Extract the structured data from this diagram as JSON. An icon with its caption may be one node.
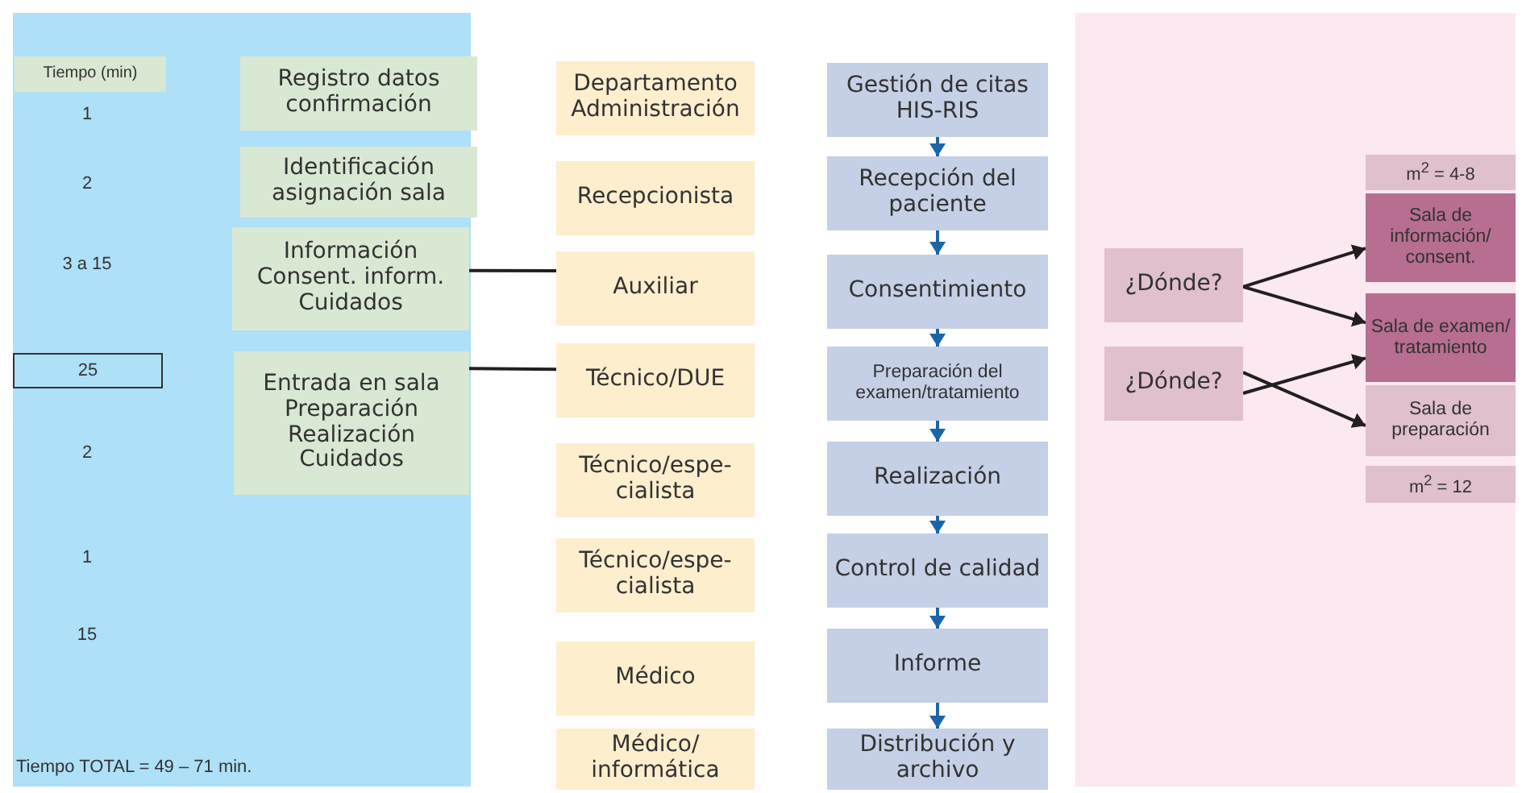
{
  "diagram": {
    "nodes": [
      {
        "text": [
          "Tiempo (min)"
        ]
      },
      {
        "text": [
          "25"
        ]
      },
      {
        "text": [
          "Registro datos confirmación"
        ]
      },
      {
        "text": [
          "Identificación asignación sala"
        ]
      },
      {
        "text": [
          "Información Consent. inform. Cuidados"
        ]
      },
      {
        "text": [
          "Entrada en sala Preparación Realización Cuidados"
        ]
      },
      {
        "text": [
          "Departamento Administración"
        ]
      },
      {
        "text": [
          "Recepcionista"
        ]
      },
      {
        "text": [
          "Auxiliar"
        ]
      },
      {
        "text": [
          "Técnico/DUE"
        ]
      },
      {
        "text": [
          "Técnico/espe- cialista"
        ]
      },
      {
        "text": [
          "Técnico/espe- cialista"
        ]
      },
      {
        "text": [
          "Médico"
        ]
      },
      {
        "text": [
          "Médico/ informática"
        ]
      },
      {
        "text": [
          "Gestión de citas HIS-RIS"
        ]
      },
      {
        "text": [
          "Recepción del paciente"
        ]
      },
      {
        "text": [
          "Consentimiento"
        ]
      },
      {
        "text": [
          "Preparación del examen/tratamiento"
        ]
      },
      {
        "text": [
          "Realización"
        ]
      },
      {
        "text": [
          "Control de calidad"
        ]
      },
      {
        "text": [
          "Informe"
        ]
      },
      {
        "text": [
          "Distribución y archivo"
        ]
      },
      {
        "text": [
          "¿Dónde?"
        ]
      },
      {
        "text": [
          "¿Dónde?"
        ]
      },
      {
        "text": [
          "m$^{2}$ = 4-8"
        ]
      },
      {
        "text": [
          "Sala de información/ consent."
        ]
      },
      {
        "text": [
          "Sala de examen/ tratamiento"
        ]
      },
      {
        "text": [
          "Sala de preparación"
        ]
      },
      {
        "text": [
          "m$^{2}$ = 12"
        ]
      }
    ],
    "edges": [
      {
        "from": 4,
        "to": 8,
        "arrow": "none",
        "color": "#231f20"
      },
      {
        "from": 5,
        "to": 9,
        "arrow": "none",
        "color": "#231f20"
      },
      {
        "from": 14,
        "to": 15,
        "arrow": "to"
      },
      {
        "from": 15,
        "to": 16,
        "arrow": "to"
      },
      {
        "from": 16,
        "to": 17,
        "arrow": "to"
      },
      {
        "from": 17,
        "to": 18,
        "arrow": "to"
      },
      {
        "from": 18,
        "to": 19,
        "arrow": "to"
      },
      {
        "from": 19,
        "to": 20,
        "arrow": "to"
      },
      {
        "from": 20,
        "to": 21,
        "arrow": "to"
      },
      {
        "from": 22,
        "to": 25,
        "arrow": "to",
        "color": "#231f20"
      },
      {
        "from": 22,
        "to": 26,
        "arrow": "to",
        "color": "#231f20"
      },
      {
        "from": 23,
        "to": 27,
        "arrow": "to",
        "color": "#231f20"
      },
      {
        "from": 23,
        "to": 26,
        "arrow": "to",
        "color": "#231f20"
      }
    ],
    "labels": [
      "1",
      "2",
      "3 a 15",
      "2",
      "1",
      "15",
      "Tiempo TOTAL = 49 – 71 min."
    ]
  }
}
